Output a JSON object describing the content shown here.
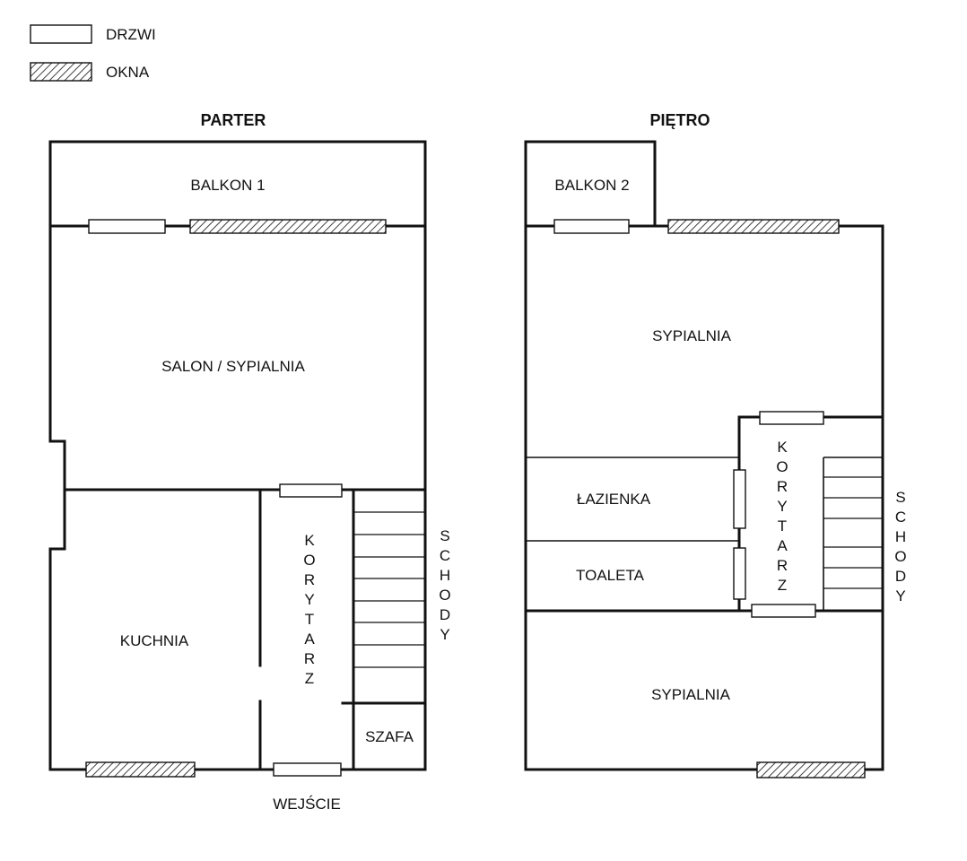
{
  "legend": {
    "door_label": "DRZWI",
    "window_label": "OKNA"
  },
  "ground_floor": {
    "title": "PARTER",
    "rooms": {
      "balcony": "BALKON 1",
      "living": "SALON / SYPIALNIA",
      "kitchen": "KUCHNIA",
      "corridor": [
        "K",
        "O",
        "R",
        "Y",
        "T",
        "A",
        "R",
        "Z"
      ],
      "stairs": [
        "S",
        "C",
        "H",
        "O",
        "D",
        "Y"
      ],
      "wardrobe": "SZAFA"
    },
    "entrance": "WEJŚCIE"
  },
  "upper_floor": {
    "title": "PIĘTRO",
    "rooms": {
      "balcony": "BALKON 2",
      "bedroom_top": "SYPIALNIA",
      "bathroom": "ŁAZIENKA",
      "toilet": "TOALETA",
      "bedroom_bottom": "SYPIALNIA",
      "corridor": [
        "K",
        "O",
        "R",
        "Y",
        "T",
        "A",
        "R",
        "Z"
      ],
      "stairs": [
        "S",
        "C",
        "H",
        "O",
        "D",
        "Y"
      ]
    }
  },
  "colors": {
    "line": "#111111",
    "background": "#ffffff"
  }
}
